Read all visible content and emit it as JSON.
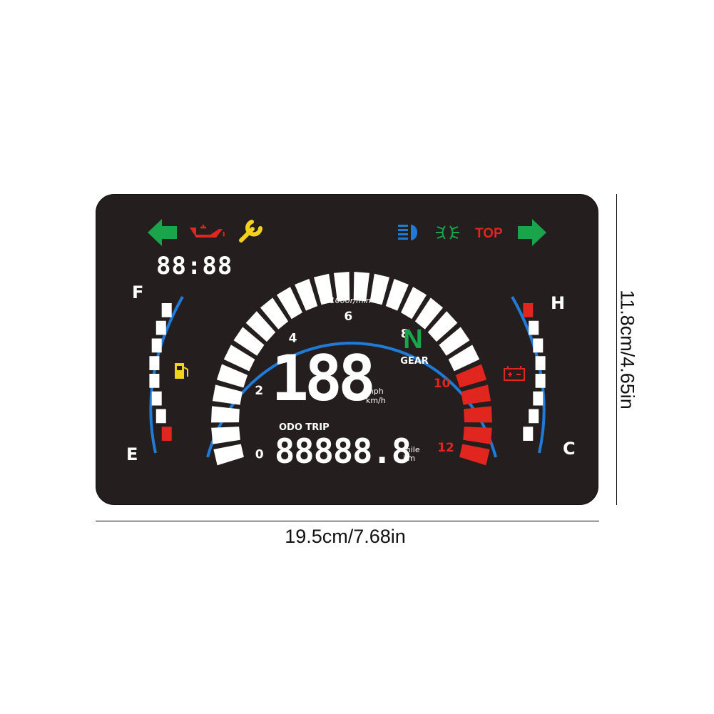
{
  "dashboard": {
    "indicators": {
      "turn_left": "turn-left-arrow",
      "oil": "oil-can-icon",
      "service": "wrench-icon",
      "high_beam": "high-beam-icon",
      "position_light": "position-light-icon",
      "top_label": "TOP",
      "turn_right": "turn-right-arrow"
    },
    "clock": "88:88",
    "fuel": {
      "full_label": "F",
      "empty_label": "E",
      "icon": "fuel-pump-icon",
      "level_segments": 1,
      "total_segments": 8
    },
    "temperature": {
      "hot_label": "H",
      "cold_label": "C",
      "icon": "battery-icon",
      "red_segments": 1,
      "total_segments": 8
    },
    "tachometer": {
      "unit": "x1000r/min",
      "ticks": [
        "0",
        "2",
        "4",
        "6",
        "8",
        "10",
        "12"
      ],
      "segments_total": 26,
      "redline_segments": 5
    },
    "gear": {
      "value": "N",
      "label": "GEAR"
    },
    "speed": {
      "value": "188",
      "unit_top": "mph",
      "unit_bottom": "km/h"
    },
    "odometer": {
      "label": "ODO TRIP",
      "value": "88888.8",
      "unit_top": "mile",
      "unit_bottom": "km"
    },
    "colors": {
      "panel": "#241e1e",
      "green": "#1aa54a",
      "red": "#e0261f",
      "blue": "#1f7ad8",
      "yellow": "#f3d21c",
      "white": "#ffffff"
    }
  },
  "dimensions": {
    "width": "19.5cm/7.68in",
    "height": "11.8cm/4.65in"
  }
}
